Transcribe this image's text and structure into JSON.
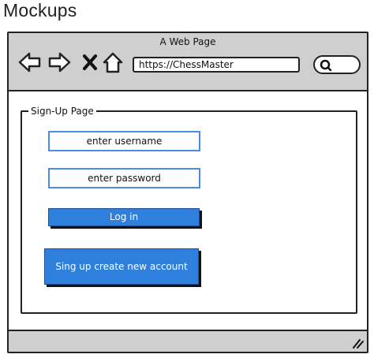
{
  "doc": {
    "title": "Mockups"
  },
  "window": {
    "title": "A Web Page"
  },
  "nav": {
    "back_icon": "arrow-left-icon",
    "forward_icon": "arrow-right-icon",
    "stop_icon": "close-icon",
    "home_icon": "home-icon"
  },
  "address_bar": {
    "value": "https://ChessMaster"
  },
  "search": {
    "icon": "search-icon"
  },
  "form": {
    "legend": "Sign-Up Page",
    "username_placeholder": "enter username",
    "password_placeholder": "enter password",
    "login_label": "Log in",
    "signup_label": "Sing up create new account"
  },
  "colors": {
    "button_blue": "#2f7fdd",
    "field_border": "#4a8ae0",
    "chrome_gray": "#cfcfcf"
  }
}
